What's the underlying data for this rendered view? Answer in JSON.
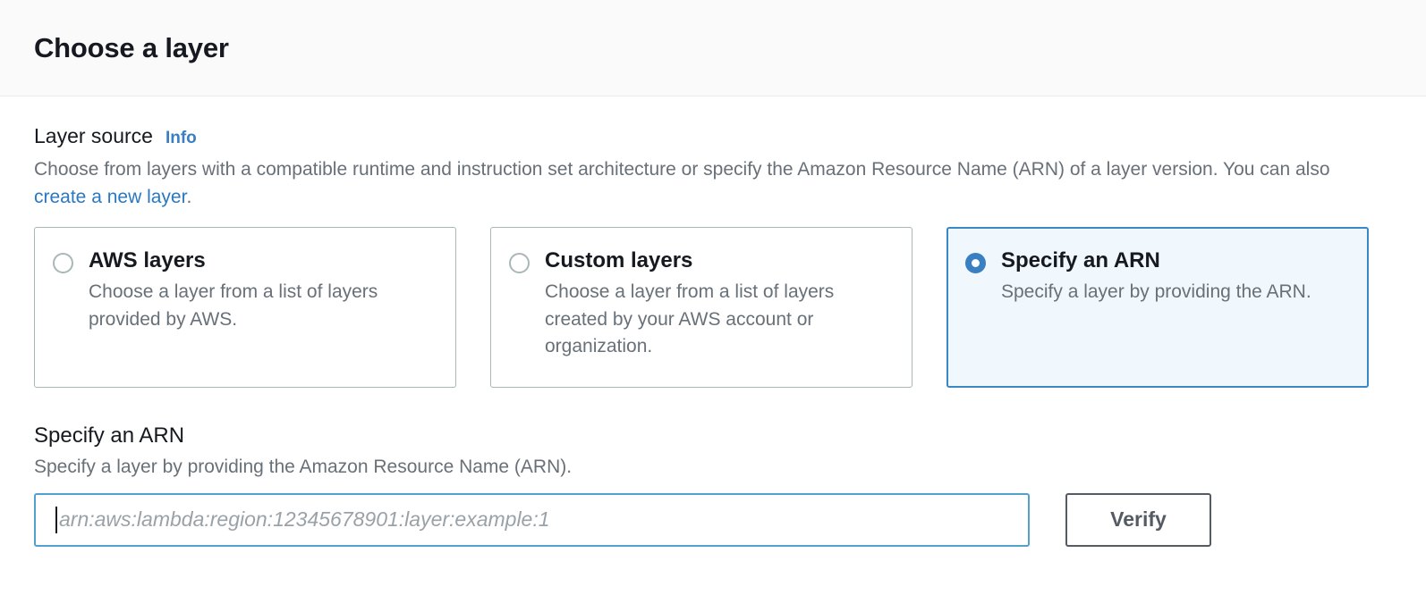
{
  "header": {
    "title": "Choose a layer"
  },
  "layer_source": {
    "label": "Layer source",
    "info_link": "Info",
    "description_part1": "Choose from layers with a compatible runtime and instruction set architecture or specify the Amazon Resource Name (ARN) of a layer version. You can also ",
    "description_link": "create a new layer",
    "description_part2": ".",
    "options": [
      {
        "title": "AWS layers",
        "description": "Choose a layer from a list of layers provided by AWS.",
        "selected": false
      },
      {
        "title": "Custom layers",
        "description": "Choose a layer from a list of layers created by your AWS account or organization.",
        "selected": false
      },
      {
        "title": "Specify an ARN",
        "description": "Specify a layer by providing the ARN.",
        "selected": true
      }
    ]
  },
  "arn_section": {
    "title": "Specify an ARN",
    "description": "Specify a layer by providing the Amazon Resource Name (ARN).",
    "input_placeholder": "arn:aws:lambda:region:12345678901:layer:example:1",
    "input_value": "",
    "verify_label": "Verify"
  },
  "colors": {
    "accent_blue": "#3a7fc1",
    "link_blue": "#2a78c2",
    "selected_card_bg": "#f1f8fd",
    "selected_card_border": "#3a87c8",
    "card_border": "#aab7b8",
    "input_focus_border": "#53a0cc",
    "button_border": "#545b64",
    "text_primary": "#16191f",
    "text_secondary": "#687078",
    "header_bg": "#fafafa"
  }
}
